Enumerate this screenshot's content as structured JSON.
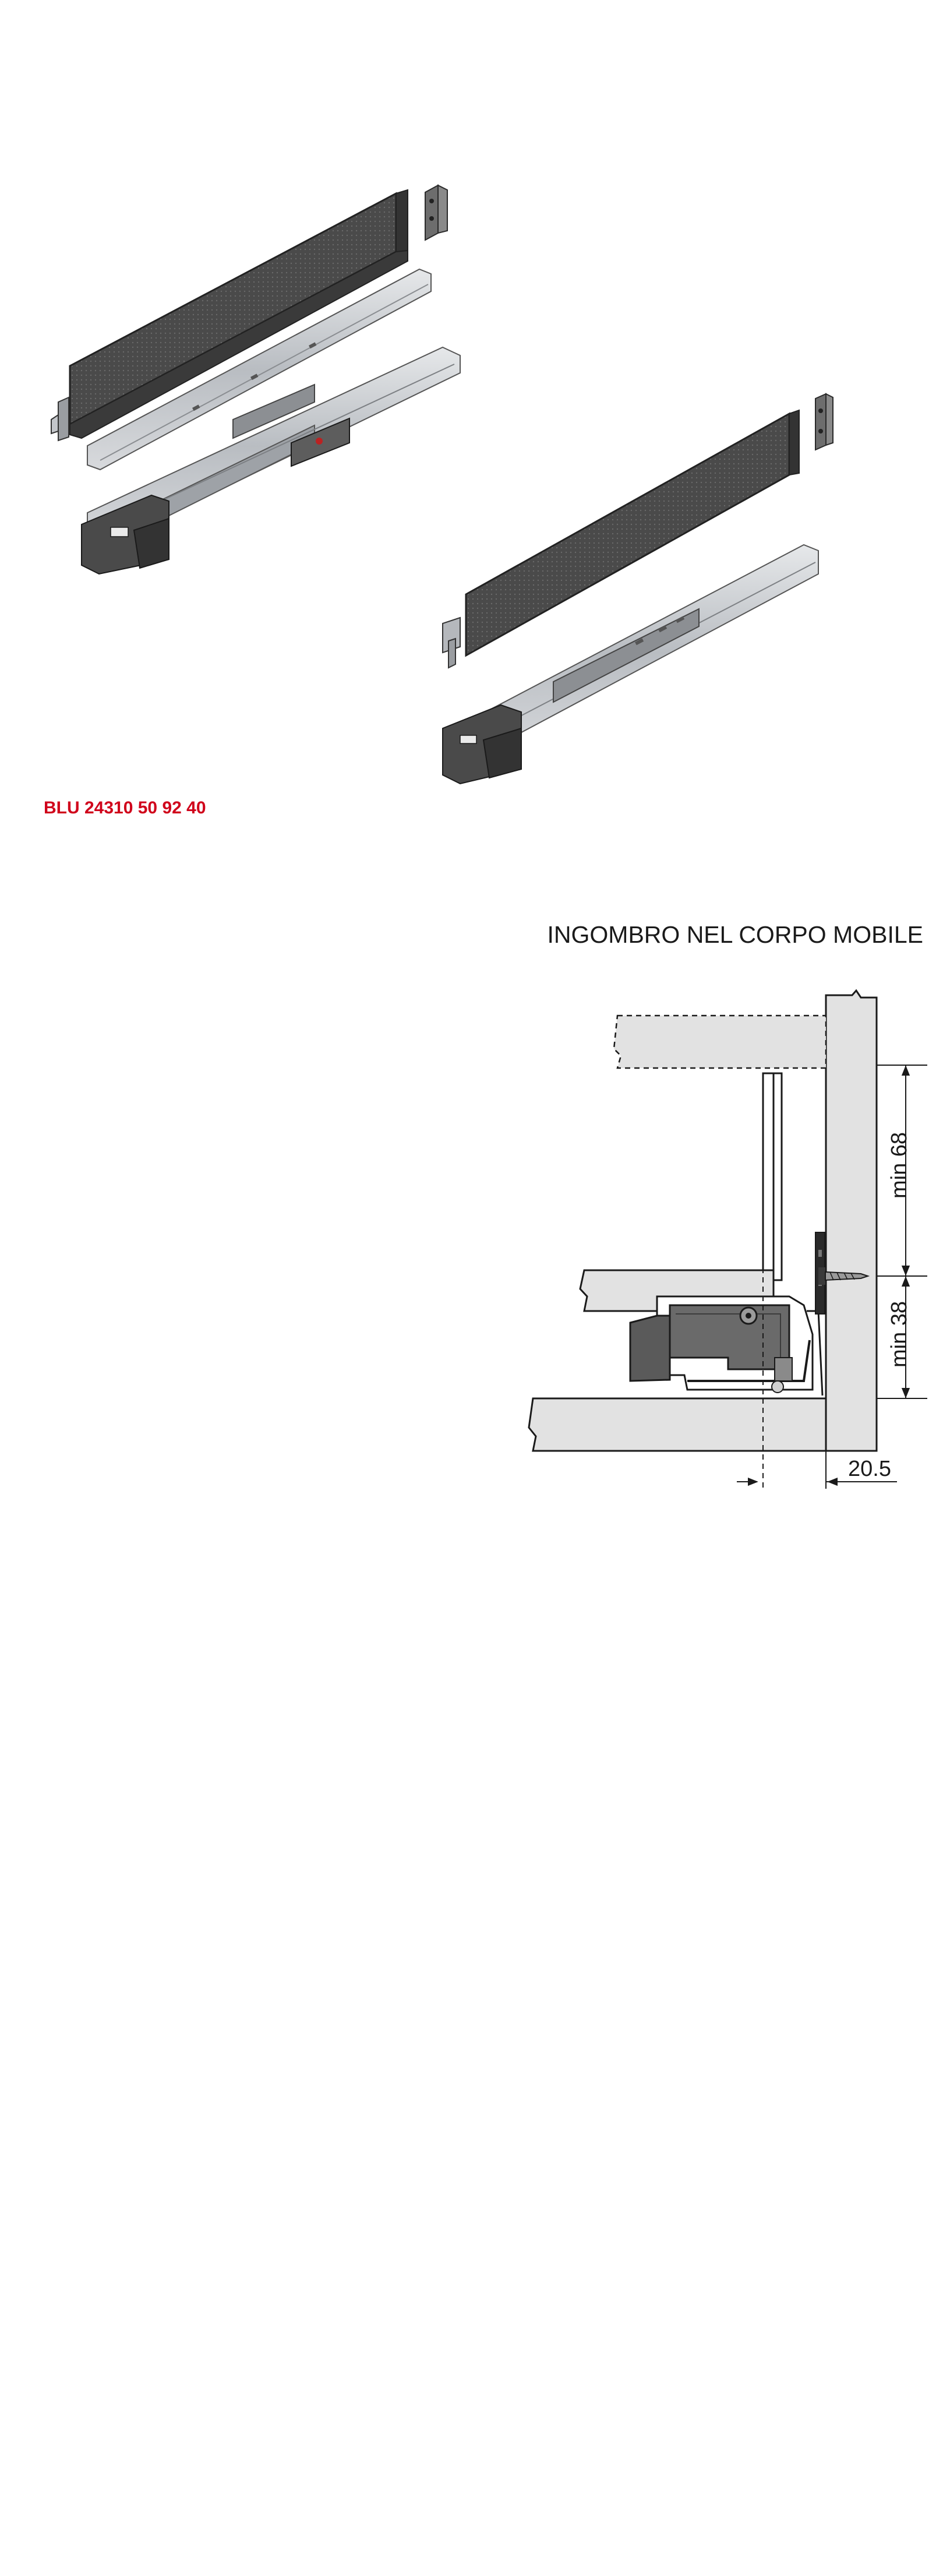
{
  "product": {
    "code": "BLU 24310 50 92 40",
    "code_color": "#d0021b"
  },
  "section": {
    "title": "INGOMBRO NEL CORPO MOBILE"
  },
  "dimensions": {
    "height_upper": "min 68",
    "height_lower": "min 38",
    "offset": "20.5"
  },
  "colors": {
    "panel": "#e2e2e2",
    "side_wall": "#4e4e4e",
    "runner": "#c9ccd0",
    "mechanism": "#5a5a5a",
    "line": "#1a1a1a"
  }
}
